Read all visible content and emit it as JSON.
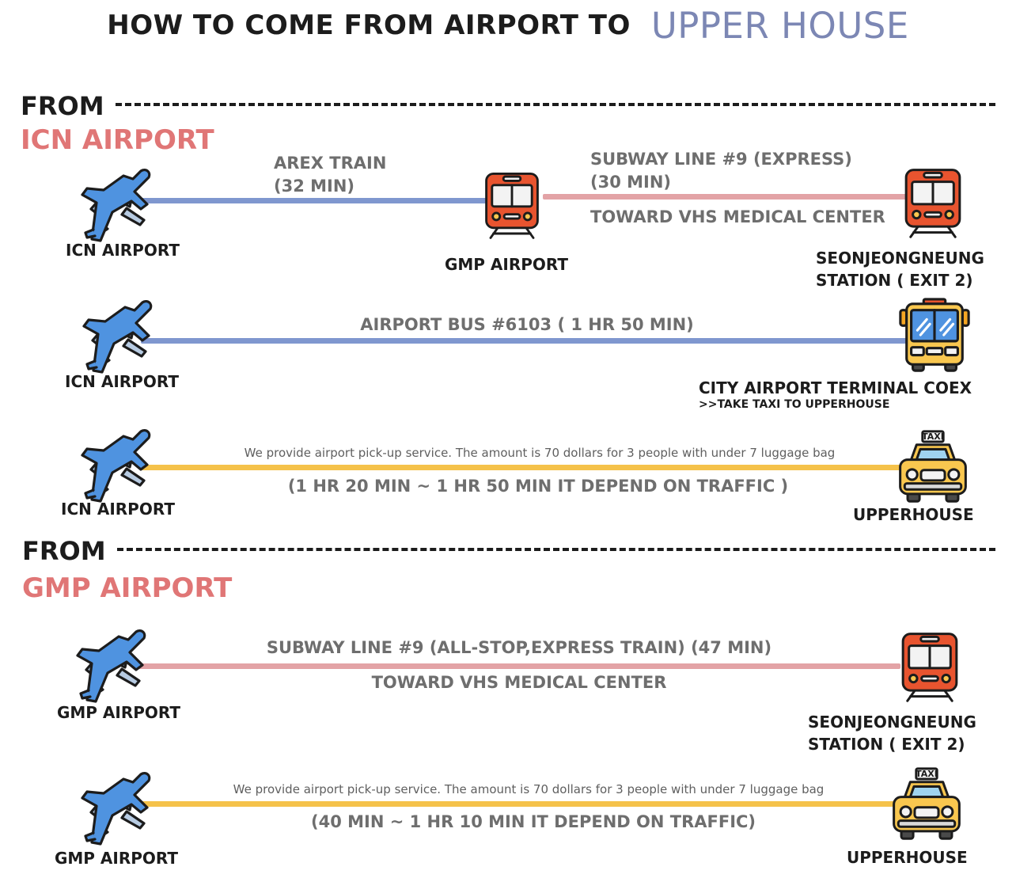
{
  "title": {
    "main": "HOW TO COME FROM AIRPORT TO",
    "accent": "UPPER HOUSE"
  },
  "colors": {
    "blue_line": "#7f97cf",
    "pink_line": "#e3a3a6",
    "yellow_line": "#f5c24a",
    "accent_red": "#e07676",
    "title_accent": "#7c87b4"
  },
  "icn": {
    "from_label": "FROM",
    "airport_label": "ICN AIRPORT",
    "route1": {
      "origin": "ICN AIRPORT",
      "leg1_line1": "AREX TRAIN",
      "leg1_line2": "(32 MIN)",
      "transfer": "GMP AIRPORT",
      "leg2_line1": "SUBWAY LINE #9 (EXPRESS)",
      "leg2_line2": "(30 MIN)",
      "leg2_direction": "TOWARD VHS MEDICAL CENTER",
      "dest_line1": "SEONJEONGNEUNG",
      "dest_line2": "STATION ( EXIT 2)",
      "icons": [
        "airplane-icon",
        "train-icon",
        "train-icon"
      ]
    },
    "route2": {
      "origin": "ICN AIRPORT",
      "label": "AIRPORT BUS #6103 ( 1 HR 50 MIN)",
      "dest": "CITY AIRPORT TERMINAL COEX",
      "dest_note": ">>TAKE TAXI TO UPPERHOUSE",
      "icons": [
        "airplane-icon",
        "bus-icon"
      ]
    },
    "route3": {
      "origin": "ICN AIRPORT",
      "note": "We provide airport pick-up service. The amount is 70 dollars for 3 people with under 7 luggage bag",
      "time": "(1 HR 20 MIN ~ 1 HR 50 MIN IT DEPEND ON TRAFFIC )",
      "dest": "UPPERHOUSE",
      "taxi_sign": "TAXI",
      "icons": [
        "airplane-icon",
        "taxi-icon"
      ]
    }
  },
  "gmp": {
    "from_label": "FROM",
    "airport_label": "GMP AIRPORT",
    "route1": {
      "origin": "GMP AIRPORT",
      "label": "SUBWAY LINE #9 (ALL-STOP,EXPRESS TRAIN) (47 MIN)",
      "direction": "TOWARD VHS MEDICAL CENTER",
      "dest_line1": "SEONJEONGNEUNG",
      "dest_line2": "STATION ( EXIT 2)",
      "icons": [
        "airplane-icon",
        "train-icon"
      ]
    },
    "route2": {
      "origin": "GMP AIRPORT",
      "note": "We provide airport pick-up service. The amount is 70 dollars for 3 people with under 7 luggage bag",
      "time": "(40 MIN ~ 1 HR 10 MIN IT DEPEND ON TRAFFIC)",
      "dest": "UPPERHOUSE",
      "taxi_sign": "TAXI",
      "icons": [
        "airplane-icon",
        "taxi-icon"
      ]
    }
  }
}
